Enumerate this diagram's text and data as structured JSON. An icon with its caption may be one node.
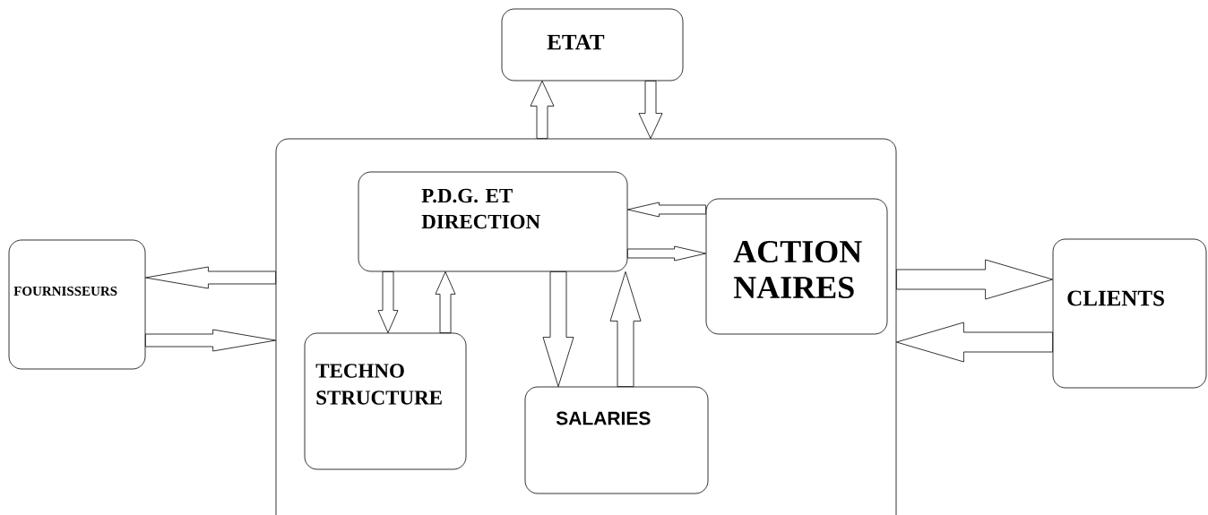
{
  "diagram": {
    "nodes": [
      {
        "text": [
          "ETAT"
        ]
      },
      {
        "text": [],
        "shape": "box"
      },
      {
        "text": [
          "P.D.G. ET DIRECTION"
        ],
        "in": 1
      },
      {
        "text": [
          "ACTION NAIRES"
        ],
        "in": 1
      },
      {
        "text": [
          "TECHNO STRUCTURE"
        ],
        "in": 1
      },
      {
        "text": [
          "SALARIES"
        ],
        "in": 1
      },
      {
        "text": [
          "FOURNISSEURS"
        ]
      },
      {
        "text": [
          "CLIENTS"
        ]
      }
    ],
    "edges": [
      {
        "from": 1,
        "to": 0,
        "arrow": "to"
      },
      {
        "from": 0,
        "to": 1,
        "arrow": "to"
      },
      {
        "from": 1,
        "to": 6,
        "arrow": "to"
      },
      {
        "from": 6,
        "to": 1,
        "arrow": "to"
      },
      {
        "from": 3,
        "to": 2,
        "arrow": "to"
      },
      {
        "from": 2,
        "to": 3,
        "arrow": "to"
      },
      {
        "from": 2,
        "to": 4,
        "arrow": "to"
      },
      {
        "from": 4,
        "to": 2,
        "arrow": "to"
      },
      {
        "from": 2,
        "to": 5,
        "arrow": "to"
      },
      {
        "from": 5,
        "to": 2,
        "arrow": "to"
      },
      {
        "from": 1,
        "to": 7,
        "arrow": "to"
      },
      {
        "from": 7,
        "to": 1,
        "arrow": "to"
      }
    ]
  }
}
